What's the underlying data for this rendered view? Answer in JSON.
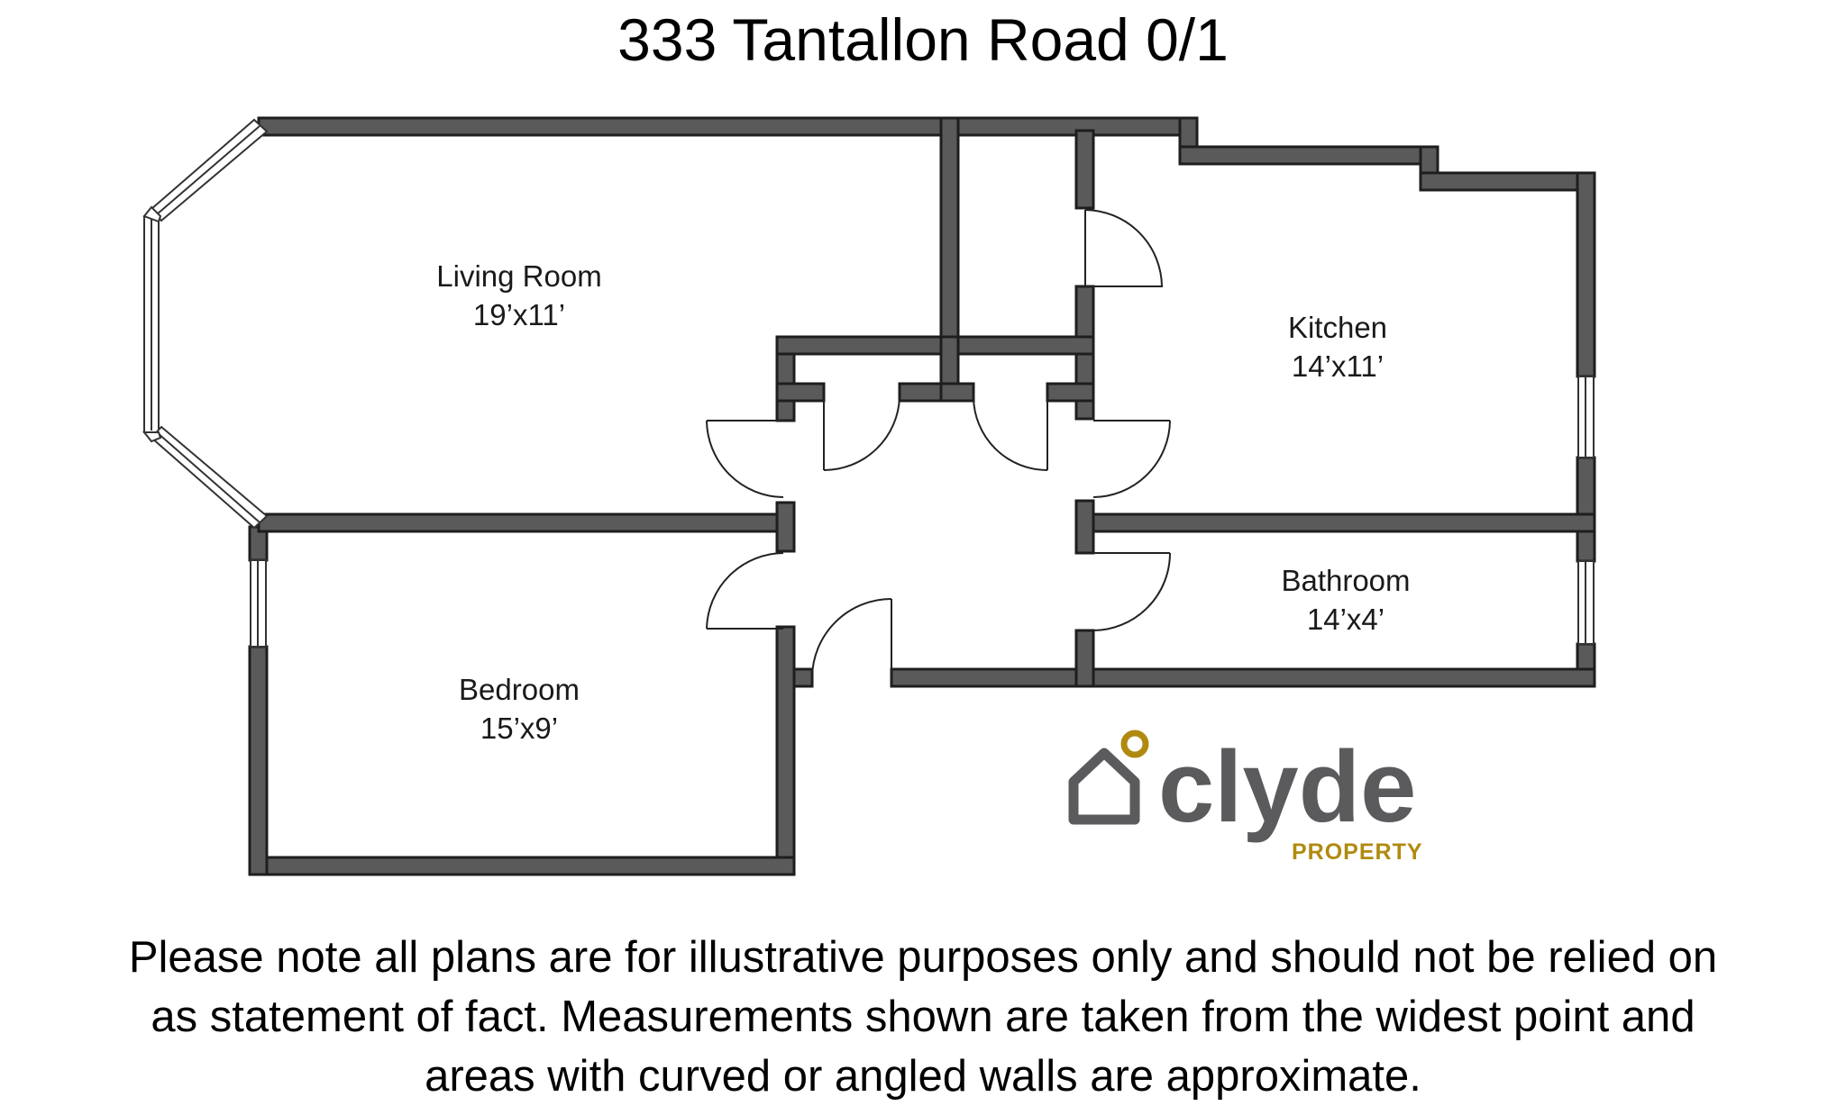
{
  "title": "333 Tantallon Road 0/1",
  "rooms": [
    {
      "name": "Living Room",
      "size": "19’x11’"
    },
    {
      "name": "Kitchen",
      "size": "14’x11’"
    },
    {
      "name": "Bathroom",
      "size": "14’x4’"
    },
    {
      "name": "Bedroom",
      "size": "15’x9’"
    }
  ],
  "brand": {
    "name": "clyde",
    "tagline": "PROPERTY",
    "color_primary": "#5b5b5d",
    "color_accent": "#b08a10"
  },
  "wall_color": "#5a5a5a",
  "disclaimer": [
    "Please note all plans are for illustrative purposes only and should not be relied on",
    "as statement of fact. Measurements shown are taken from the widest point and",
    "areas with curved or angled walls are approximate."
  ]
}
